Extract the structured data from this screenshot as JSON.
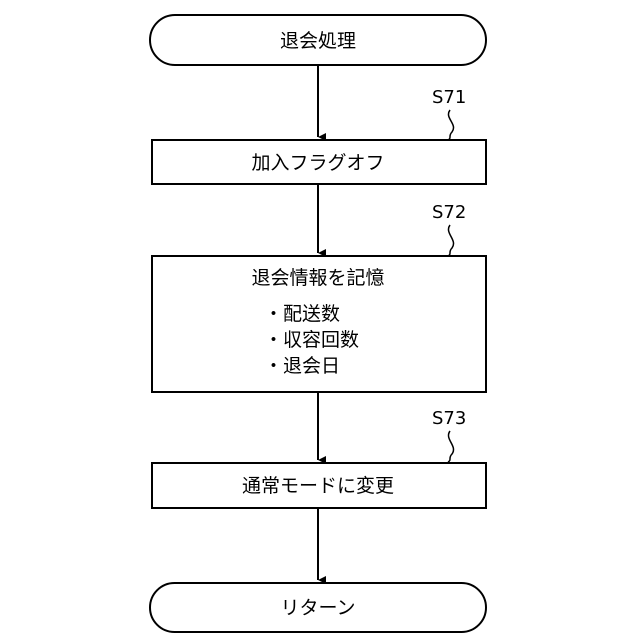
{
  "flowchart": {
    "start_label": "退会処理",
    "steps": [
      {
        "id": "S71",
        "label": "加入フラグオフ"
      },
      {
        "id": "S72",
        "label": "退会情報を記憶",
        "items": [
          "・配送数",
          "・収容回数",
          "・退会日"
        ]
      },
      {
        "id": "S73",
        "label": "通常モードに変更"
      }
    ],
    "end_label": "リターン"
  }
}
